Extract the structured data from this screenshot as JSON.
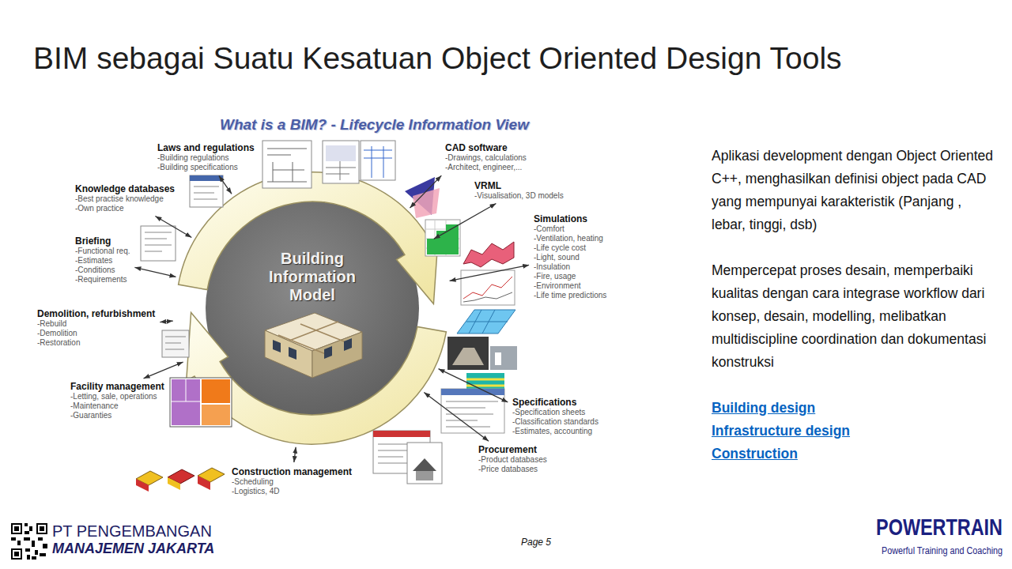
{
  "diagram": {
    "title": "BIM sebagai Suatu Kesatuan Object Oriented Design Tools",
    "nodes": [
      {
        "text": [
          "Building Information Model"
        ]
      },
      {
        "text": [
          "Laws and regulations",
          "-Building regulations",
          "-Building specifications"
        ]
      },
      {
        "text": [
          "CAD software",
          "-Drawings, calculations",
          "-Architect, engineer,..."
        ]
      },
      {
        "text": [
          "VRML",
          "-Visualisation, 3D models"
        ]
      },
      {
        "text": [
          "Simulations",
          "-Comfort",
          "-Ventilation, heating",
          "-Life cycle cost",
          "-Light, sound",
          "-Insulation",
          "-Fire, usage",
          "-Environment",
          "-Life time predictions"
        ]
      },
      {
        "text": [
          "Specifications",
          "-Specification sheets",
          "-Classification standards",
          "-Estimates, accounting"
        ]
      },
      {
        "text": [
          "Procurement",
          "-Product databases",
          "-Price databases"
        ]
      },
      {
        "text": [
          "Construction management",
          "-Scheduling",
          "-Logistics, 4D"
        ]
      },
      {
        "text": [
          "Facility management",
          "-Letting, sale, operations",
          "-Maintenance",
          "-Guaranties"
        ]
      },
      {
        "text": [
          "Demolition, refurbishment",
          "-Rebuild",
          "-Demolition",
          "-Restoration"
        ]
      },
      {
        "text": [
          "Briefing",
          "-Functional req.",
          "-Estimates",
          "-Conditions",
          "-Requirements"
        ]
      },
      {
        "text": [
          "Knowledge databases",
          "-Best practise knowledge",
          "-Own practice"
        ]
      }
    ],
    "edges": [
      {
        "from": 0,
        "to": 1,
        "arrow": "both"
      },
      {
        "from": 0,
        "to": 2,
        "arrow": "both"
      },
      {
        "from": 0,
        "to": 3,
        "arrow": "both"
      },
      {
        "from": 0,
        "to": 4,
        "arrow": "both"
      },
      {
        "from": 0,
        "to": 5,
        "arrow": "both"
      },
      {
        "from": 0,
        "to": 6,
        "arrow": "both"
      },
      {
        "from": 0,
        "to": 7,
        "arrow": "both"
      },
      {
        "from": 0,
        "to": 8,
        "arrow": "both"
      },
      {
        "from": 0,
        "to": 9,
        "arrow": "both"
      },
      {
        "from": 0,
        "to": 10,
        "arrow": "both"
      },
      {
        "from": 0,
        "to": 11,
        "arrow": "both"
      }
    ],
    "labels": [
      "What is a BIM? - Lifecycle Information View",
      "Aplikasi development dengan Object Oriented C++, menghasilkan definisi object pada CAD yang mempunyai karakteristik (Panjang , lebar, tinggi, dsb)",
      "Mempercepat proses desain, memperbaiki kualitas dengan cara integrase workflow dari konsep, desain, modelling, melibatkan multidiscipline coordination dan dokumentasi konstruksi",
      "Building design",
      "Infrastructure design",
      "Construction",
      "PT PENGEMBANGAN",
      "MANAJEMEN JAKARTA",
      "Page 5",
      "POWERTRAIN",
      "Powerful Training and Coaching"
    ]
  }
}
